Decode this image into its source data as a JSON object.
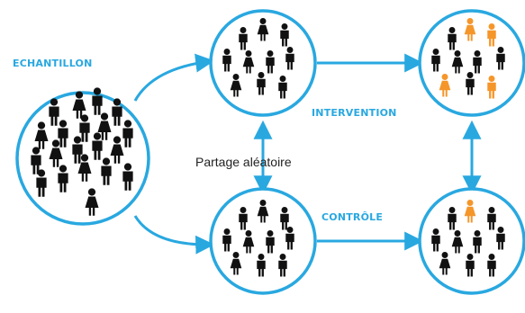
{
  "labels": {
    "sample": "ECHANTILLON",
    "intervention": "INTERVENTION",
    "randomization": "Partage aléatoire",
    "control": "CONTRÔLE"
  },
  "colors": {
    "circle": "#29a8e0",
    "arrow": "#29a8e0",
    "person_default": "#111111",
    "person_highlight": "#f5962a"
  },
  "groups": [
    {
      "id": "sample",
      "people": 20,
      "highlighted": 0
    },
    {
      "id": "intervention-before",
      "people": 10,
      "highlighted": 0
    },
    {
      "id": "intervention-after",
      "people": 10,
      "highlighted": 4
    },
    {
      "id": "control-before",
      "people": 10,
      "highlighted": 0
    },
    {
      "id": "control-after",
      "people": 10,
      "highlighted": 1
    }
  ]
}
